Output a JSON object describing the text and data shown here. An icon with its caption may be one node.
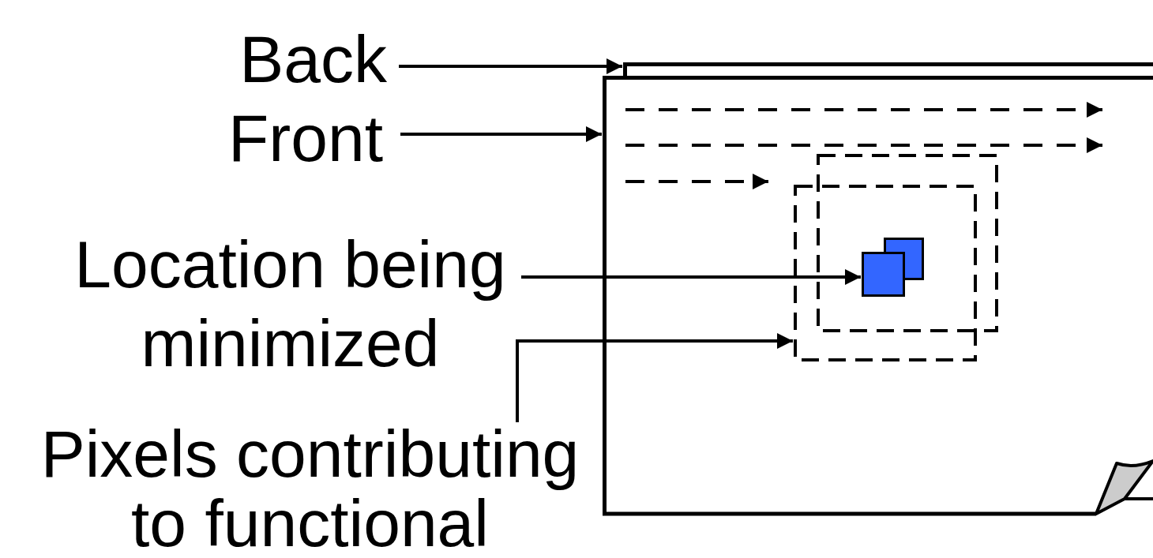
{
  "diagram": {
    "nodes": [
      {
        "text": [
          "Back"
        ]
      },
      {
        "text": [
          "Front"
        ]
      },
      {
        "text": [
          "Location being minimized"
        ]
      },
      {
        "text": [
          "Pixels contributing to functional"
        ]
      },
      {
        "text": [],
        "shape": "box"
      },
      {
        "text": [],
        "shape": "box"
      },
      {
        "text": [],
        "shape": "box",
        "in": 5
      },
      {
        "text": [],
        "shape": "box",
        "in": 6
      }
    ],
    "edges": [
      {
        "from": 0,
        "to": 4,
        "arrow": "to"
      },
      {
        "from": 1,
        "to": 5,
        "arrow": "to"
      },
      {
        "from": 2,
        "to": 7,
        "arrow": "to"
      },
      {
        "from": 3,
        "to": 6,
        "arrow": "to"
      }
    ]
  }
}
